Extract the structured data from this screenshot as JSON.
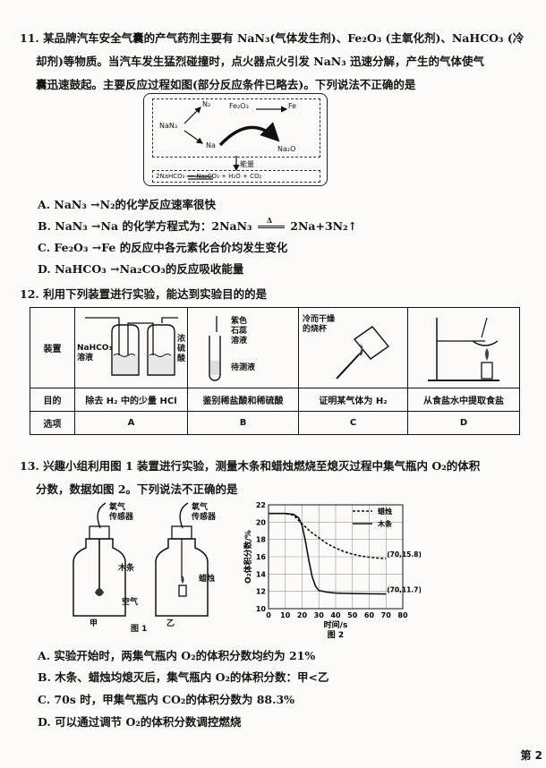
{
  "q11": {
    "line1": "11.  某品牌汽车安全气囊的产气药剂主要有 NaN₃(气体发生剂)、Fe₂O₃ (主氧化剂)、NaHCO₃ (冷",
    "line2": "却剂)等物质。当汽车发生猛烈碰撞时，点火器点火引发 NaN₃ 迅速分解，产生的气体使气",
    "line3": "囊迅速鼓起。主要反应过程如图(部分反应条件已略去)。下列说法不正确的是",
    "diagram": {
      "nan3": "NaN₃",
      "n2": "N₂",
      "na": "Na",
      "fe2o3": "Fe₂O₃",
      "fe": "Fe",
      "na2o": "Na₂O",
      "energy": "能量",
      "bottom_eq": "2NaHCO₃ ══ Na₂CO₃ + H₂O + CO₂"
    },
    "options": {
      "A": "A. NaN₃ →N₂的化学反应速率很快",
      "B_pre": "B. NaN₃ →Na 的化学方程式为：2NaN₃",
      "B_cond": "Δ",
      "B_post": "2Na+3N₂↑",
      "C": "C. Fe₂O₃ →Fe 的反应中各元素化合价均发生变化",
      "D": "D. NaHCO₃ →Na₂CO₃的反应吸收能量"
    }
  },
  "q12": {
    "stem": "12.  利用下列装置进行实验，能达到实验目的的是",
    "row_labels": [
      "装置",
      "目的",
      "选项"
    ],
    "apparatus_labels": {
      "a_left": "NaHCO₃\n溶液",
      "a_right": "浓\n硫\n酸",
      "b": "紫色\n石蕊\n溶液",
      "b2": "待测液",
      "c": "冷而干燥\n的烧杯"
    },
    "purposes": [
      "除去 H₂ 中的少量 HCl",
      "鉴别稀盐酸和稀硫酸",
      "证明某气体为 H₂",
      "从食盐水中提取食盐"
    ],
    "choices": [
      "A",
      "B",
      "C",
      "D"
    ]
  },
  "q13": {
    "line1": "13.  兴趣小组利用图 1 装置进行实验，测量木条和蜡烛燃烧至熄灭过程中集气瓶内 O₂的体积",
    "line2": "分数，数据如图 2。下列说法不正确的是",
    "fig1": {
      "sensor": "氧气\n传感器",
      "wood": "木条",
      "air": "空气",
      "candle": "蜡烛",
      "jia": "甲",
      "yi": "乙",
      "caption": "图 1"
    },
    "options": {
      "A": "A. 实验开始时，两集气瓶内 O₂的体积分数均约为 21%",
      "B": "B. 木条、蜡烛均熄灭后，集气瓶内 O₂的体积分数：甲<乙",
      "C": "C. 70s 时，甲集气瓶内 CO₂的体积分数为 88.3%",
      "D": "D. 可以通过调节 O₂的体积分数调控燃烧"
    }
  },
  "chart_data": {
    "type": "line",
    "title": "",
    "caption": "图 2",
    "xlabel": "时间/s",
    "ylabel": "O₂体积分数/%",
    "xlim": [
      0,
      80
    ],
    "ylim": [
      10,
      22
    ],
    "xticks": [
      0,
      10,
      20,
      30,
      40,
      50,
      60,
      70,
      80
    ],
    "yticks": [
      10,
      12,
      14,
      16,
      18,
      20,
      22
    ],
    "legend_position": "top-right",
    "series": [
      {
        "name": "蜡烛",
        "style": "dashed",
        "x": [
          0,
          5,
          10,
          15,
          20,
          25,
          30,
          35,
          40,
          45,
          50,
          55,
          60,
          65,
          70
        ],
        "y": [
          21,
          21,
          21,
          20.8,
          19.8,
          18.9,
          18.2,
          17.5,
          17.0,
          16.6,
          16.3,
          16.1,
          15.95,
          15.85,
          15.8
        ]
      },
      {
        "name": "木条",
        "style": "solid",
        "x": [
          0,
          5,
          10,
          15,
          18,
          20,
          22,
          24,
          26,
          28,
          30,
          35,
          40,
          50,
          60,
          70
        ],
        "y": [
          21,
          21,
          21,
          20.9,
          20.5,
          19.6,
          17.8,
          15.6,
          13.7,
          12.6,
          12.1,
          11.9,
          11.8,
          11.75,
          11.72,
          11.7
        ]
      }
    ],
    "annotations": [
      "(70,15.8)",
      "(70,11.7)"
    ]
  },
  "page_number": "第 2"
}
